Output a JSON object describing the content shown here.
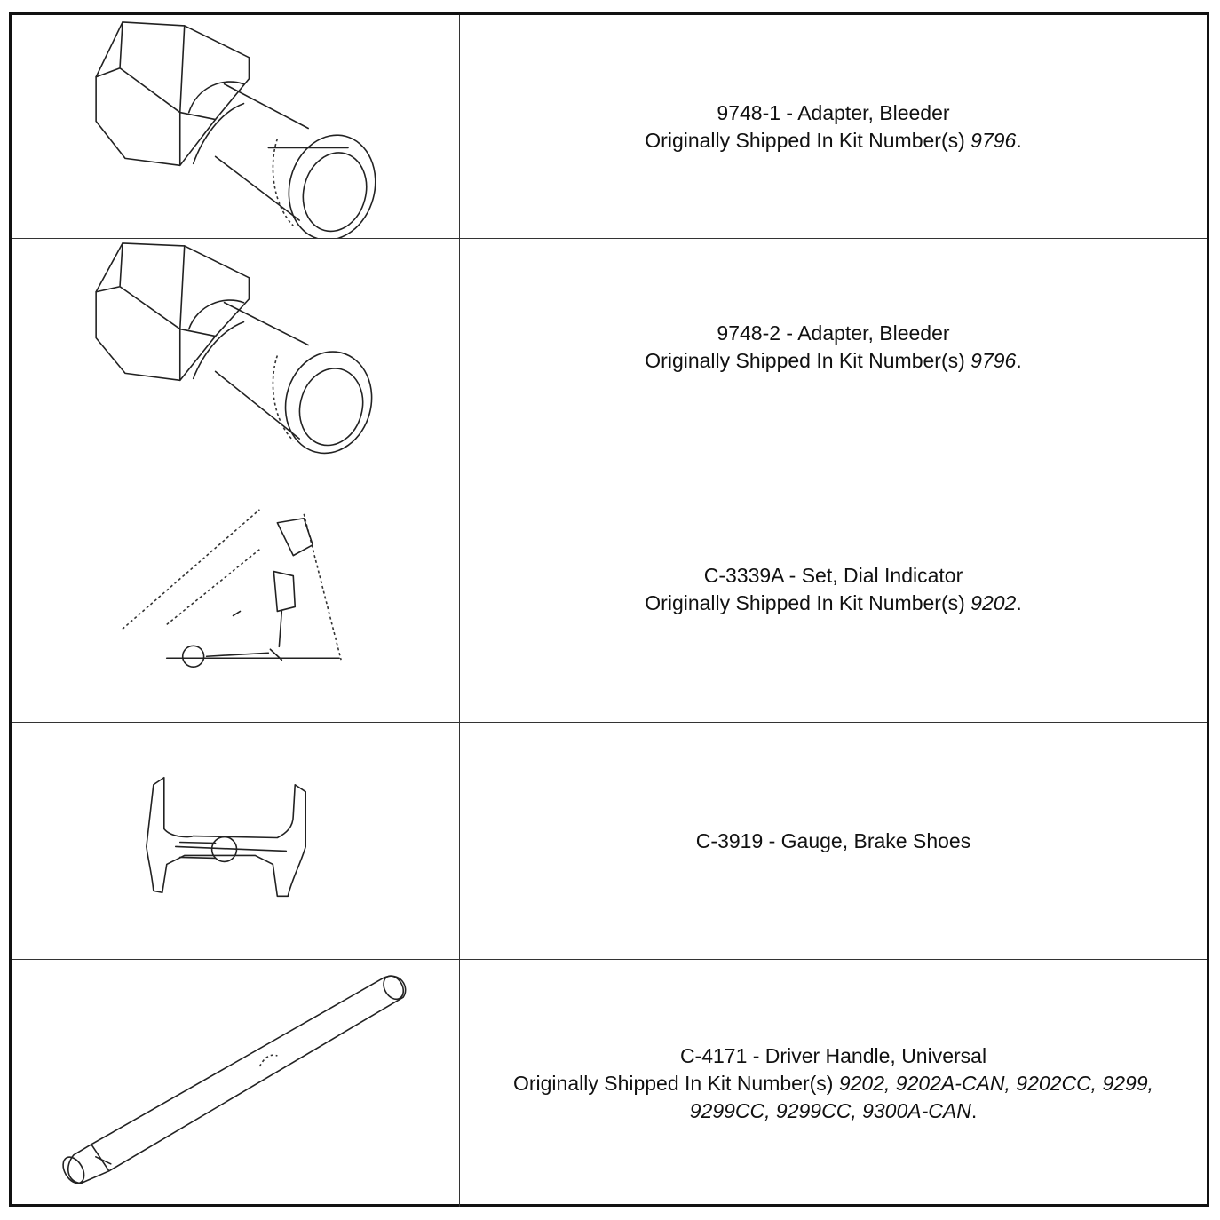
{
  "kits_prefix": "Originally Shipped In Kit Number(s) ",
  "rows": [
    {
      "title": "9748-1 - Adapter, Bleeder",
      "kits": "9796",
      "kits_line2": "",
      "icon": "bleeder-adapter"
    },
    {
      "title": "9748-2 - Adapter, Bleeder",
      "kits": "9796",
      "kits_line2": "",
      "icon": "bleeder-adapter"
    },
    {
      "title": "C-3339A - Set, Dial Indicator",
      "kits": "9202",
      "kits_line2": "",
      "icon": "dial-indicator-set"
    },
    {
      "title": "C-3919 - Gauge, Brake Shoes",
      "kits": "",
      "kits_line2": "",
      "icon": "brake-shoe-gauge"
    },
    {
      "title": "C-4171 - Driver Handle, Universal",
      "kits": "9202, 9202A-CAN, 9202CC, 9299,",
      "kits_line2": "9299CC, 9299CC, 9300A-CAN",
      "icon": "driver-handle"
    }
  ]
}
